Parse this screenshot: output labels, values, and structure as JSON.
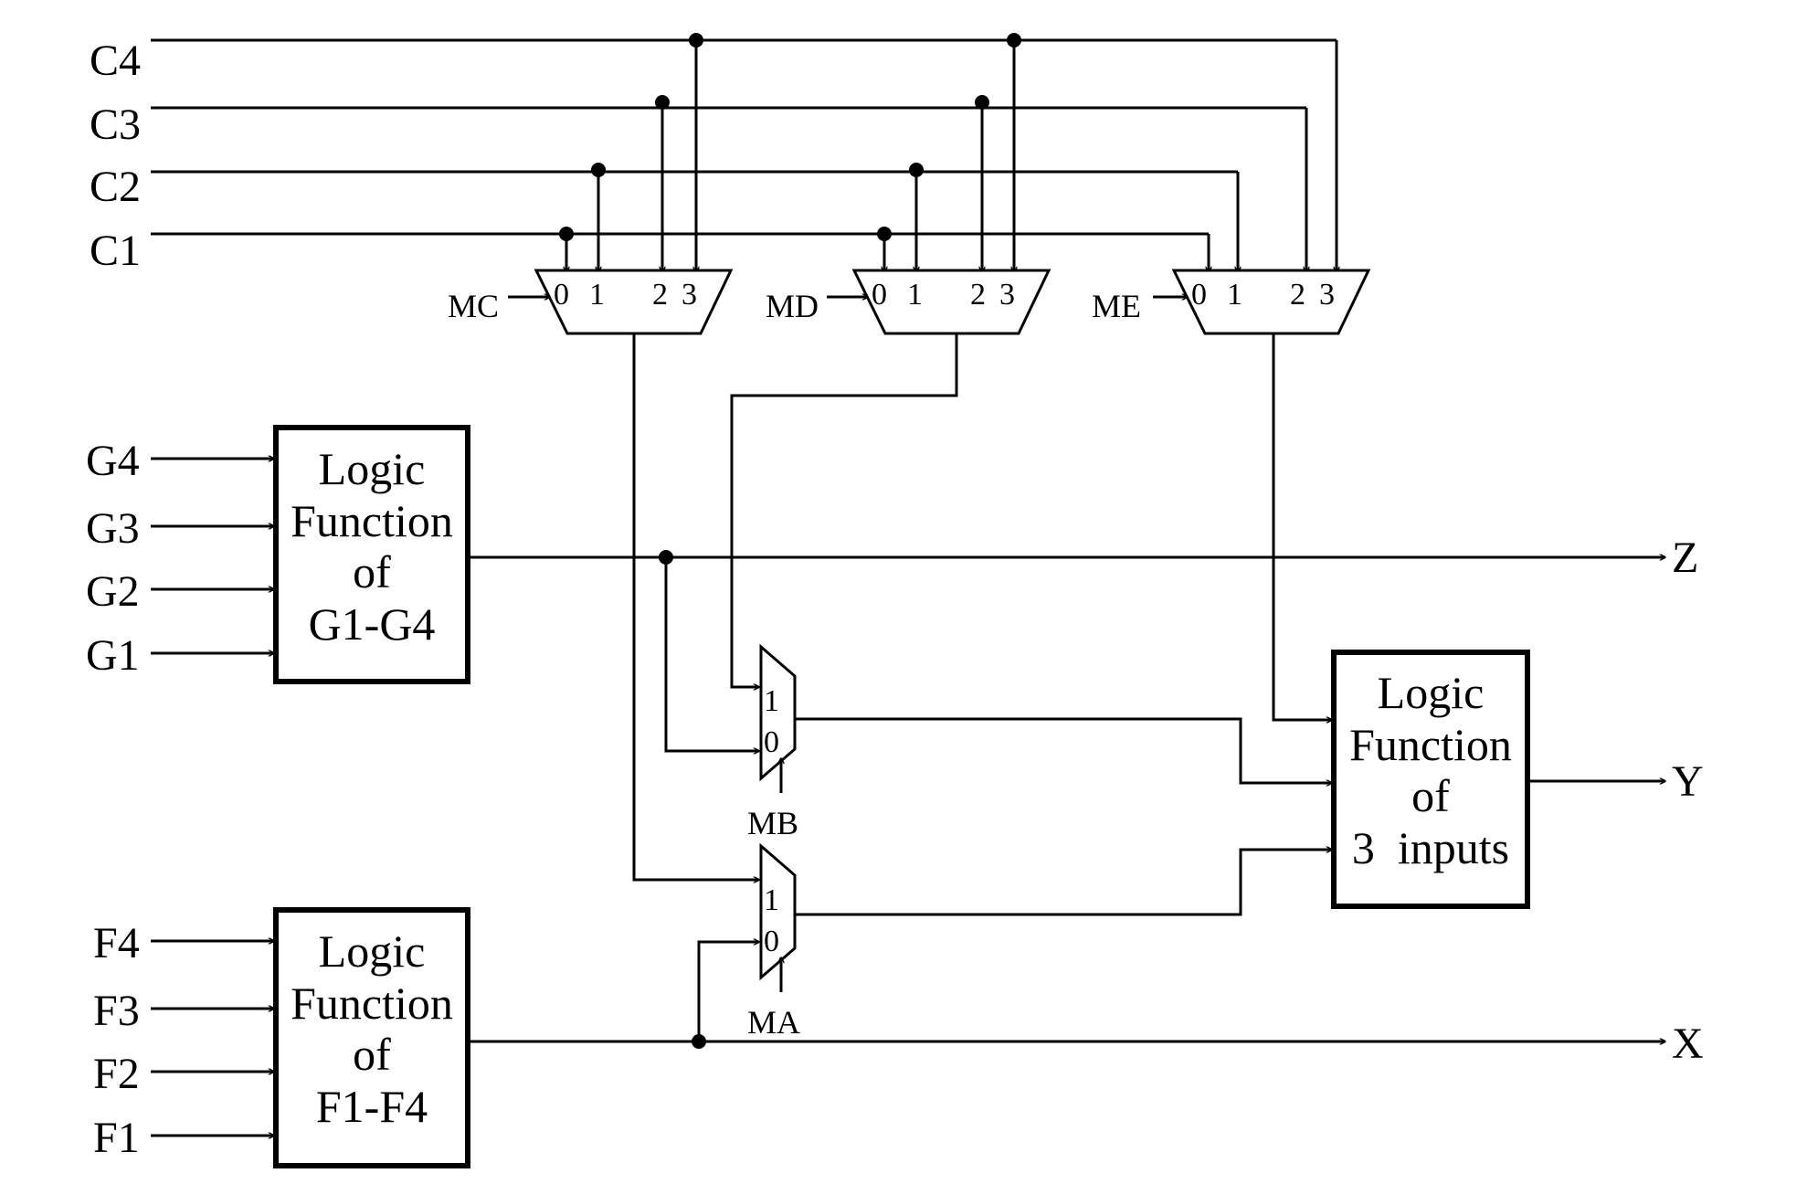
{
  "c_inputs": [
    "C4",
    "C3",
    "C2",
    "C1"
  ],
  "g_inputs": [
    "G4",
    "G3",
    "G2",
    "G1"
  ],
  "f_inputs": [
    "F4",
    "F3",
    "F2",
    "F1"
  ],
  "mux4": [
    {
      "select": "MC",
      "inputs": [
        "0",
        "1",
        "2",
        "3"
      ]
    },
    {
      "select": "MD",
      "inputs": [
        "0",
        "1",
        "2",
        "3"
      ]
    },
    {
      "select": "ME",
      "inputs": [
        "0",
        "1",
        "2",
        "3"
      ]
    }
  ],
  "mux2": [
    {
      "select": "MB",
      "inputs": [
        "1",
        "0"
      ]
    },
    {
      "select": "MA",
      "inputs": [
        "1",
        "0"
      ]
    }
  ],
  "boxes": {
    "g_logic": [
      "Logic",
      "Function",
      "of",
      "G1-G4"
    ],
    "f_logic": [
      "Logic",
      "Function",
      "of",
      "F1-F4"
    ],
    "three_input": [
      "Logic",
      "Function",
      "of",
      "3  inputs"
    ]
  },
  "outputs": {
    "z": "Z",
    "y": "Y",
    "x": "X"
  },
  "colors": {
    "line": "#000000",
    "background": "#ffffff"
  }
}
